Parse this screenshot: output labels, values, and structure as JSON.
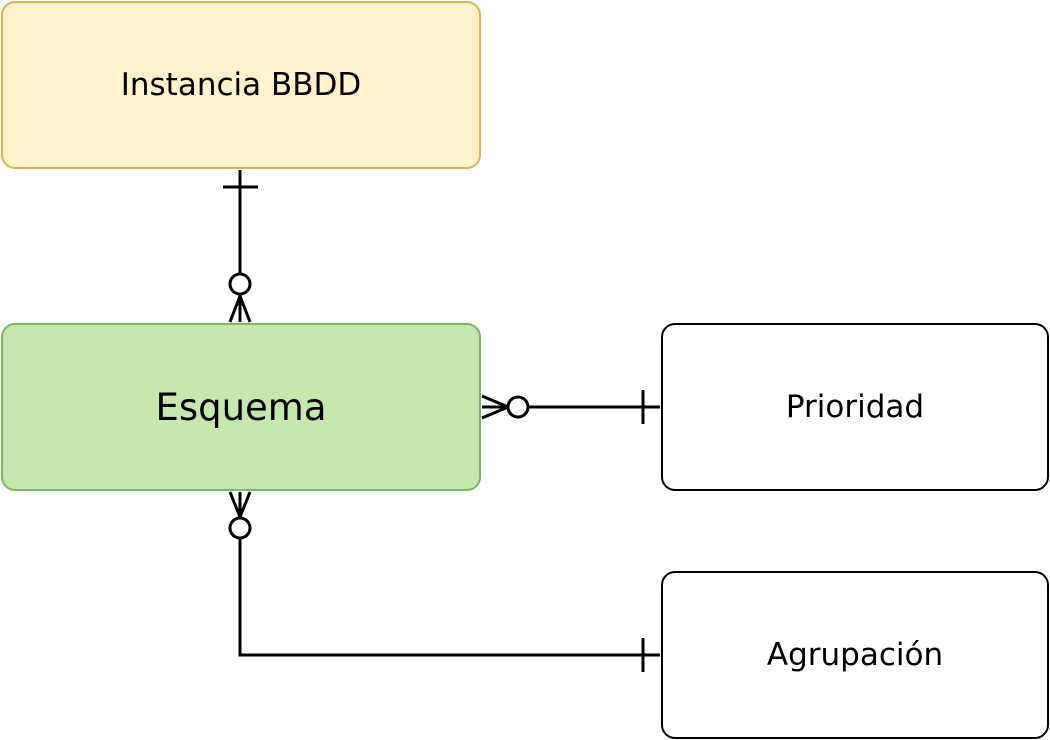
{
  "entities": {
    "instancia": {
      "label": "Instancia BBDD",
      "fill": "#fff2cc",
      "stroke": "#d6b656"
    },
    "esquema": {
      "label": "Esquema",
      "fill": "#c5e8ae",
      "stroke": "#82b366"
    },
    "prioridad": {
      "label": "Prioridad",
      "fill": "#ffffff",
      "stroke": "#000000"
    },
    "agrupacion": {
      "label": "Agrupación",
      "fill": "#ffffff",
      "stroke": "#000000"
    }
  },
  "relationships": [
    {
      "from": "instancia",
      "to": "esquema",
      "from_cardinality": "one",
      "to_cardinality": "zero-or-many"
    },
    {
      "from": "prioridad",
      "to": "esquema",
      "from_cardinality": "one",
      "to_cardinality": "zero-or-many"
    },
    {
      "from": "agrupacion",
      "to": "esquema",
      "from_cardinality": "one",
      "to_cardinality": "zero-or-many"
    }
  ],
  "colors": {
    "edge": "#000000"
  }
}
